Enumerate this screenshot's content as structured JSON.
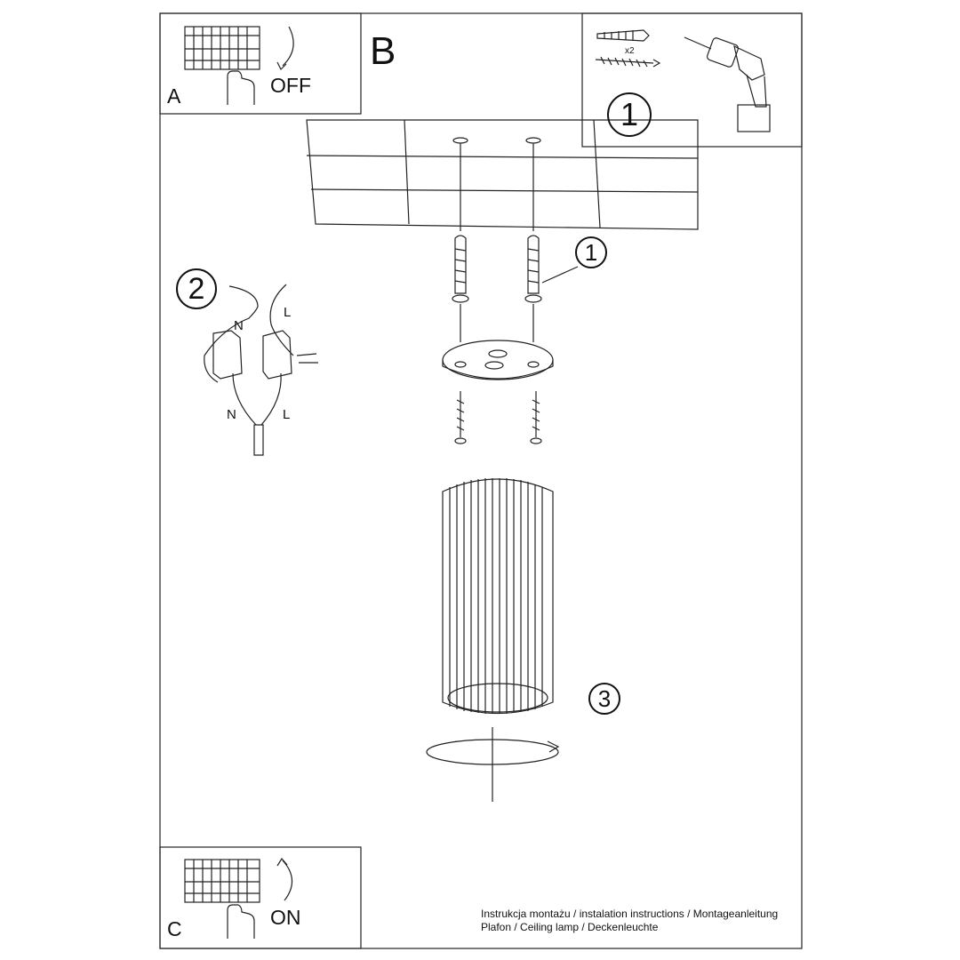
{
  "panels": {
    "a": {
      "letter": "A",
      "word": "OFF"
    },
    "b": {
      "letter": "B"
    },
    "c": {
      "letter": "C",
      "word": "ON"
    }
  },
  "tools": {
    "step": "1",
    "quantity": "x2"
  },
  "callouts": {
    "anchor": "1",
    "wiring": "2",
    "lamp": "3"
  },
  "wiring": {
    "top_n": "N",
    "top_l": "L",
    "bottom_n": "N",
    "bottom_l": "L"
  },
  "caption": {
    "line1": "Instrukcja montażu / instalation instructions / Montageanleitung",
    "line2": "Plafon / Ceiling lamp / Deckenleuchte"
  }
}
